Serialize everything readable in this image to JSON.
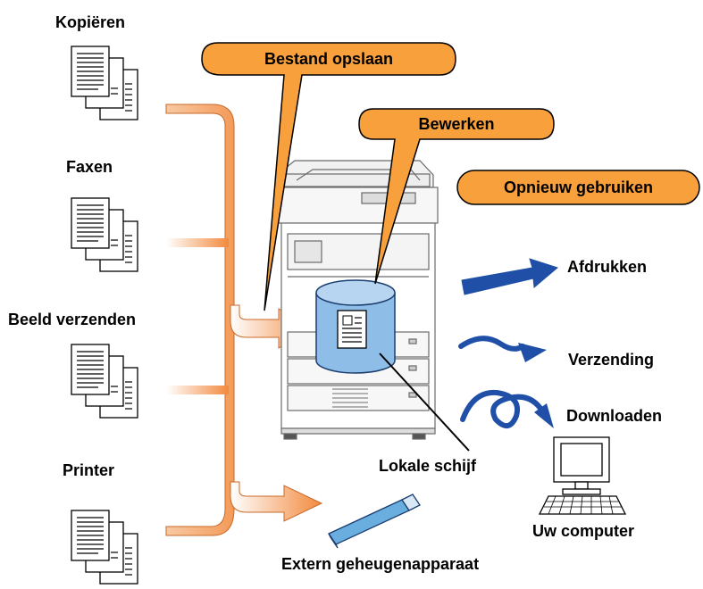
{
  "sources": [
    {
      "label": "Kopiëren"
    },
    {
      "label": "Faxen"
    },
    {
      "label": "Beeld verzenden"
    },
    {
      "label": "Printer"
    }
  ],
  "callouts": {
    "save": "Bestand opslaan",
    "edit": "Bewerken",
    "reuse": "Opnieuw gebruiken"
  },
  "outputs": {
    "print": "Afdrukken",
    "send": "Verzending",
    "download": "Downloaden"
  },
  "storage": {
    "local_disk": "Lokale schijf",
    "external": "Extern geheugenapparaat",
    "computer": "Uw computer"
  },
  "colors": {
    "callout_fill": "#f7a03c",
    "arrow_orange": "#f28a3e",
    "disk_blue": "#8ebde8",
    "output_arrow_blue": "#1f4fa6",
    "usb_blue": "#6aaee0"
  },
  "icons": [
    "document-stack-icon",
    "multifunction-printer-icon",
    "hard-disk-icon",
    "usb-drive-icon",
    "computer-icon"
  ]
}
